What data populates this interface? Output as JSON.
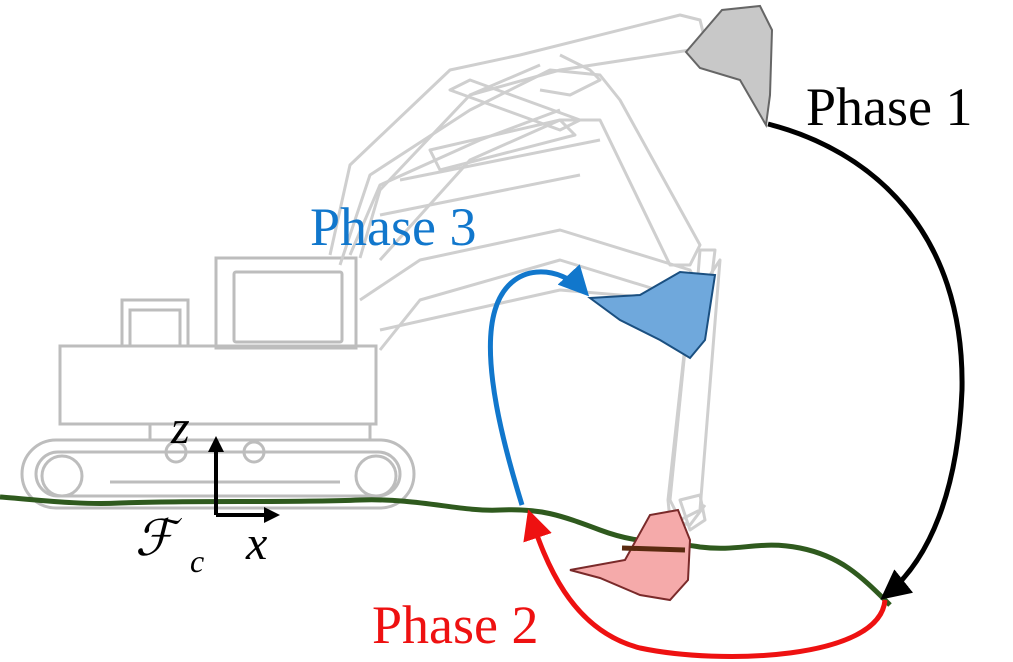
{
  "labels": {
    "phase1": "Phase 1",
    "phase2": "Phase 2",
    "phase3": "Phase 3"
  },
  "frame": {
    "symbol": "ℱ",
    "subscript": "c",
    "z_axis": "z",
    "x_axis": "x"
  },
  "colors": {
    "phase1": "#000000",
    "phase2": "#ee1111",
    "phase3": "#1177cc",
    "ground": "#2f5a1e",
    "machine_outline": "#bdbdbd",
    "bucket_phase1": "#c8c8c8",
    "bucket_phase2": "#f5aaaa",
    "bucket_phase3": "#6fa8dc"
  }
}
